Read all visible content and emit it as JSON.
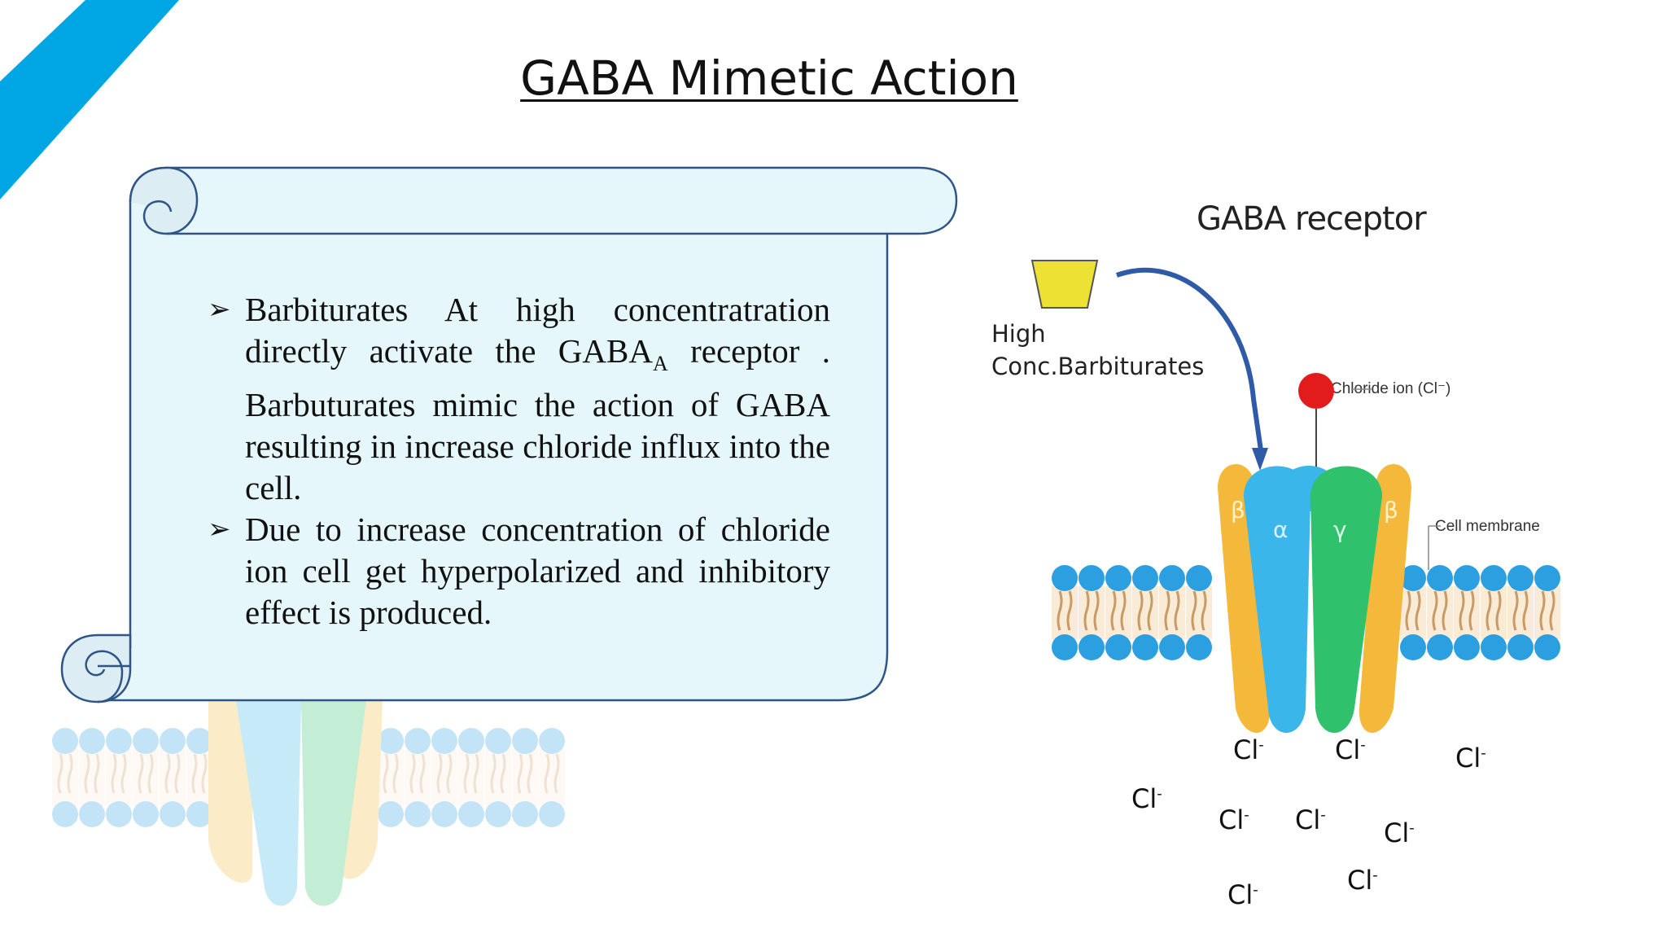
{
  "slide": {
    "title": "GABA Mimetic Action",
    "bullets": [
      {
        "pre": "Barbiturates At high concentratration directly activate the GABA",
        "sub": "A",
        "post": " receptor . Barbuturates mimic the action of GABA resulting in increase chloride influx into the cell."
      },
      {
        "pre": "Due to increase concentration of chloride ion cell get hyperpolarized and inhibitory effect is produced.",
        "sub": "",
        "post": ""
      }
    ],
    "bullet_marker": "➢"
  },
  "diagram": {
    "title": "GABA receptor",
    "drug_label_line1": "High",
    "drug_label_line2": "Conc.Barbiturates",
    "chloride_label": "Chloride ion (Cl⁻)",
    "membrane_label": "Cell membrane",
    "ghost_membrane_label": "Cell membrane",
    "subunits": {
      "beta": "β",
      "alpha": "α",
      "gamma": "γ"
    },
    "ion_base": "Cl",
    "ion_charge": "-",
    "ion_count": 10
  },
  "colors": {
    "accent_stripe": "#00a6e4",
    "scroll_fill": "#e6f7fb",
    "scroll_stroke": "#2e5586",
    "drug_shape": "#ede234",
    "arrow": "#2e5aa8",
    "chloride_ion": "#e21c1c",
    "lipid_head": "#2b9fe0",
    "subunit_beta": "#f4b93a",
    "subunit_alpha": "#3ab6ea",
    "subunit_gamma": "#2fc16b"
  }
}
